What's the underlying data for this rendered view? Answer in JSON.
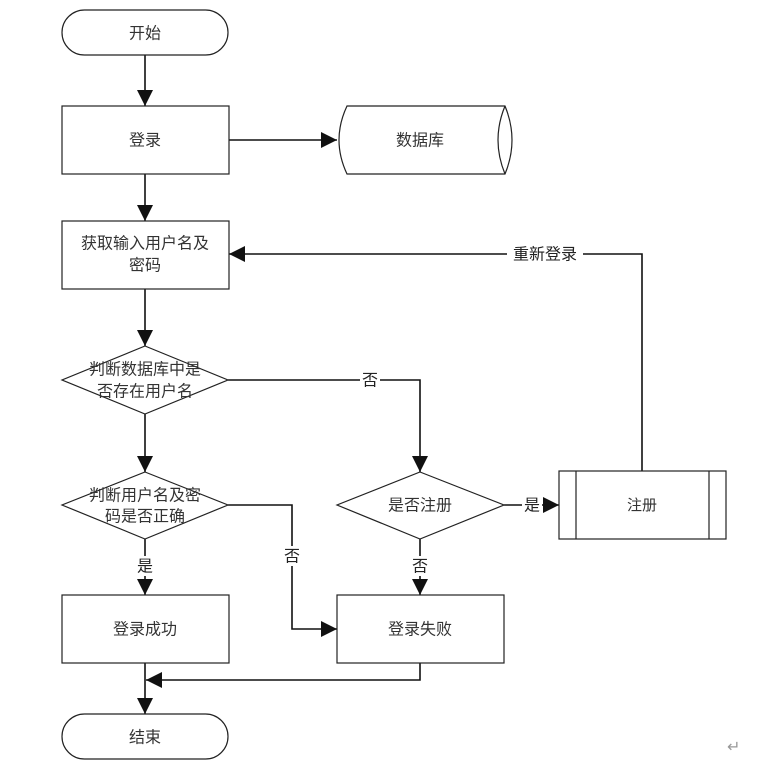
{
  "diagram": {
    "type": "flowchart",
    "nodes": {
      "start": {
        "label": "开始",
        "shape": "terminator"
      },
      "login": {
        "label": "登录",
        "shape": "process"
      },
      "database": {
        "label": "数据库",
        "shape": "stored-data"
      },
      "get_input": {
        "label_line1": "获取输入用户名及",
        "label_line2": "密码",
        "shape": "process"
      },
      "check_user_exists": {
        "label_line1": "判断数据库中是",
        "label_line2": "否存在用户名",
        "shape": "decision"
      },
      "check_password": {
        "label_line1": "判断用户名及密",
        "label_line2": "码是否正确",
        "shape": "decision"
      },
      "is_register": {
        "label": "是否注册",
        "shape": "decision"
      },
      "register": {
        "label": "注册",
        "shape": "predefined-process"
      },
      "login_success": {
        "label": "登录成功",
        "shape": "process"
      },
      "login_fail": {
        "label": "登录失败",
        "shape": "process"
      },
      "end": {
        "label": "结束",
        "shape": "terminator"
      }
    },
    "edges": {
      "user_not_exists": {
        "from": "check_user_exists",
        "to": "is_register",
        "label": "否"
      },
      "relogin": {
        "from": "register",
        "to": "get_input",
        "label": "重新登录"
      },
      "register_yes": {
        "from": "is_register",
        "to": "register",
        "label": "是"
      },
      "password_correct": {
        "from": "check_password",
        "to": "login_success",
        "label": "是"
      },
      "password_wrong": {
        "from": "check_password",
        "to": "login_fail",
        "label": "否"
      },
      "register_no": {
        "from": "is_register",
        "to": "login_fail",
        "label": "否"
      }
    },
    "paragraph_mark": "↵"
  }
}
